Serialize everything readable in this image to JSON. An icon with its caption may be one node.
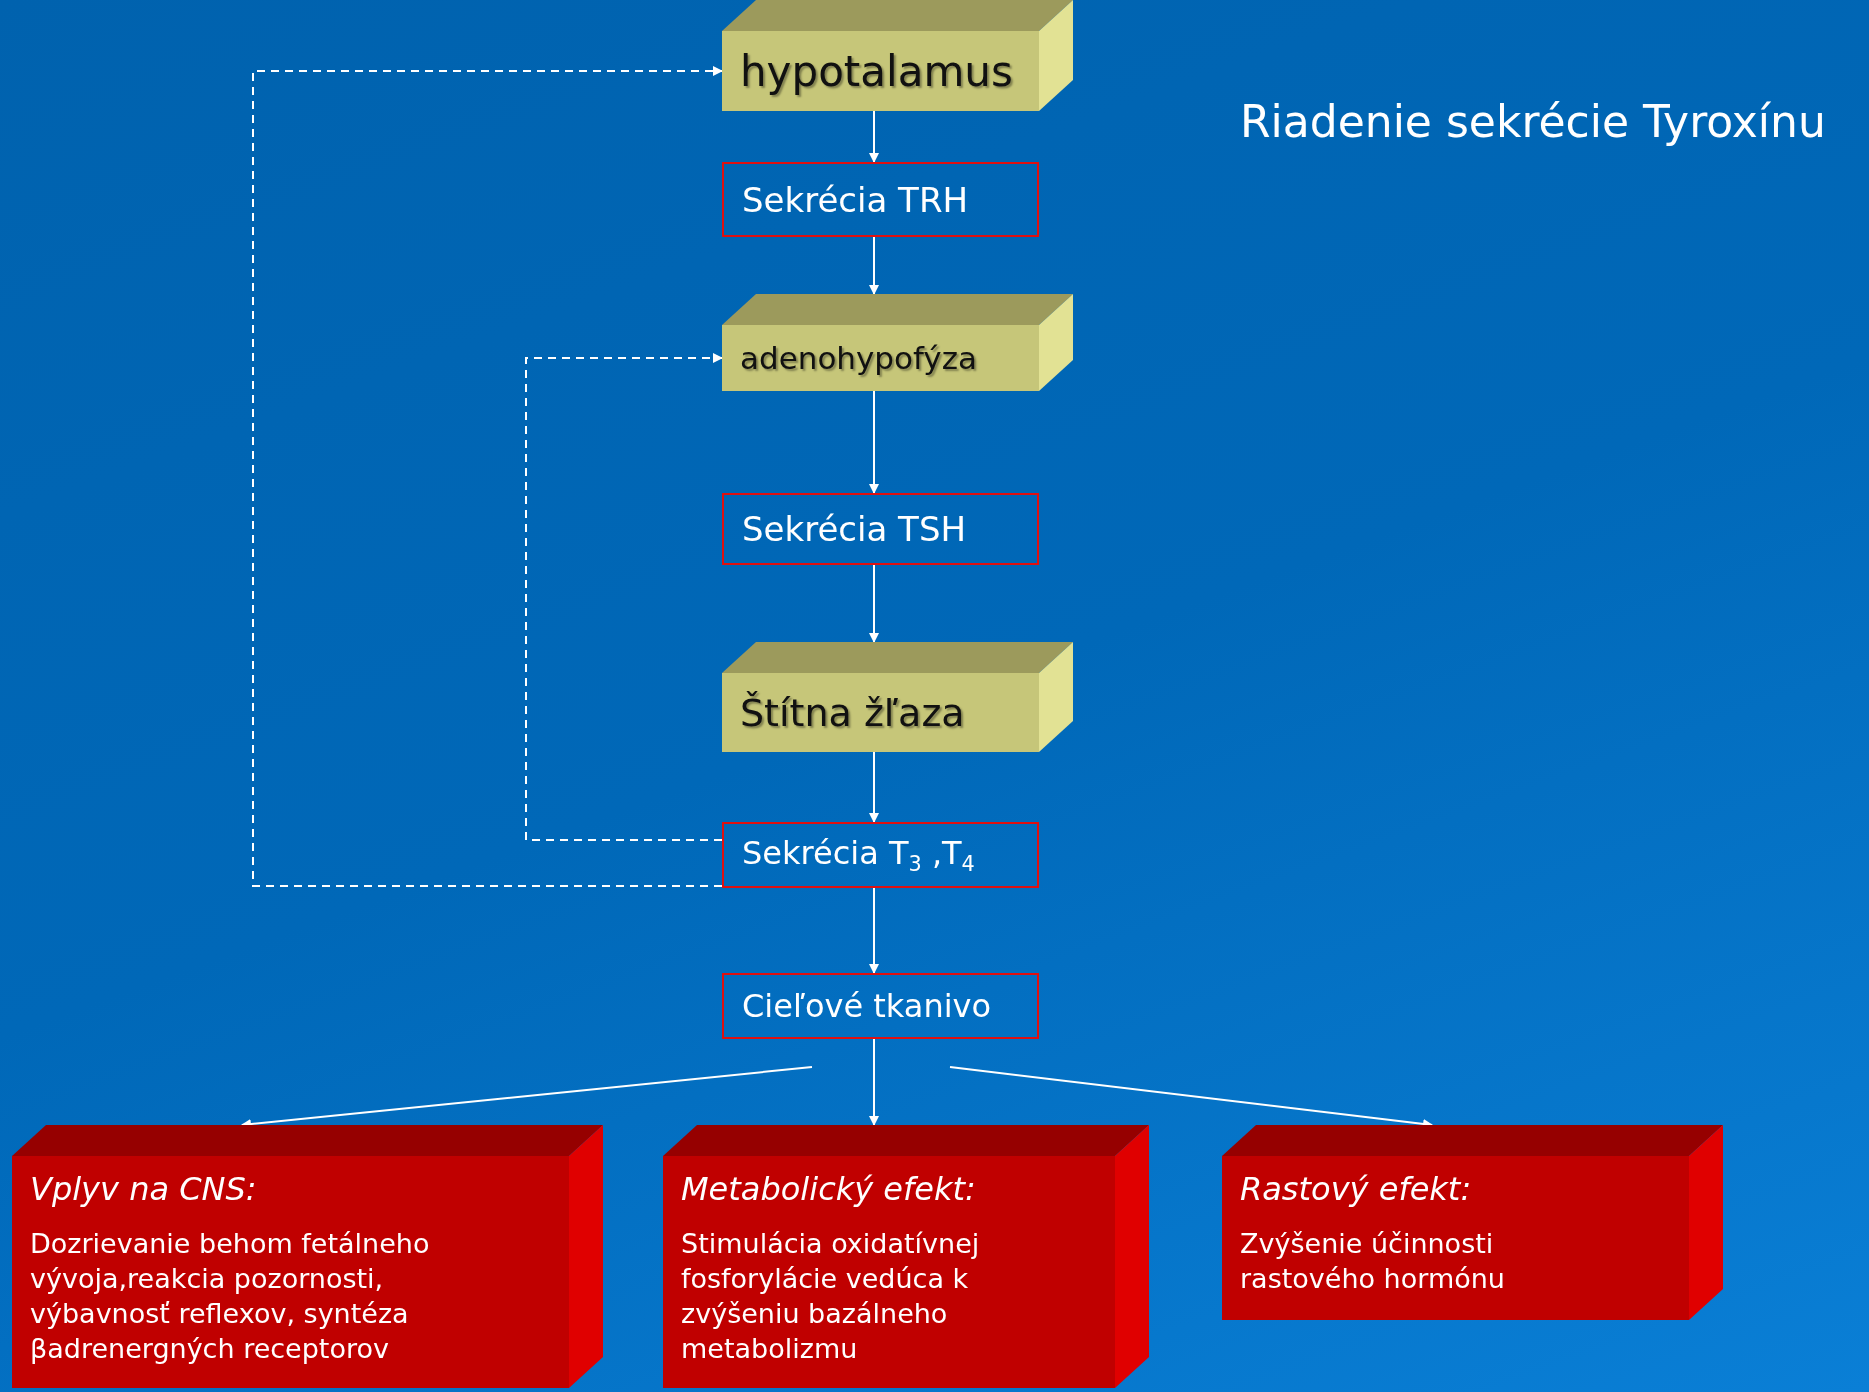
{
  "diagram": {
    "title": "Riadenie sekrécie Tyroxínu",
    "nodes": [
      {
        "text": [
          "hypotalamus"
        ]
      },
      {
        "text": [
          "Sekrécia TRH"
        ]
      },
      {
        "text": [
          "adenohypofýza"
        ]
      },
      {
        "text": [
          "Sekrécia TSH"
        ]
      },
      {
        "text": [
          "Štítna žľaza"
        ]
      },
      {
        "text": [
          "Sekrécia T$_{3}$ ,T$_{4}$"
        ]
      },
      {
        "text": [
          "Cieľové tkanivo"
        ]
      },
      {
        "text": [
          "Vplyv na CNS:",
          "Dozrievanie behom fetálneho vývoja,reakcia pozornosti, výbavnosť reflexov, syntéza βadrenergných receptorov"
        ]
      },
      {
        "text": [
          "Metabolický efekt:",
          "Stimulácia oxidatívnej fosforylácie vedúca k zvýšeniu bazálneho metabolizmu"
        ]
      },
      {
        "text": [
          "Rastový efekt:",
          "Zvýšenie účinnosti  rastového hormónu"
        ]
      }
    ],
    "edges": [
      {
        "from": 0,
        "to": 1,
        "arrow": "to"
      },
      {
        "from": 1,
        "to": 2,
        "arrow": "to"
      },
      {
        "from": 2,
        "to": 3,
        "arrow": "to"
      },
      {
        "from": 3,
        "to": 4,
        "arrow": "to"
      },
      {
        "from": 4,
        "to": 5,
        "arrow": "to"
      },
      {
        "from": 5,
        "to": 2,
        "arrow": "to",
        "style": "dashed"
      },
      {
        "from": 5,
        "to": 0,
        "arrow": "to",
        "style": "dashed"
      },
      {
        "from": 5,
        "to": 6,
        "arrow": "to"
      },
      {
        "from": 6,
        "to": 7,
        "arrow": "to"
      },
      {
        "from": 6,
        "to": 8,
        "arrow": "to"
      },
      {
        "from": 6,
        "to": 9,
        "arrow": "to"
      }
    ]
  }
}
